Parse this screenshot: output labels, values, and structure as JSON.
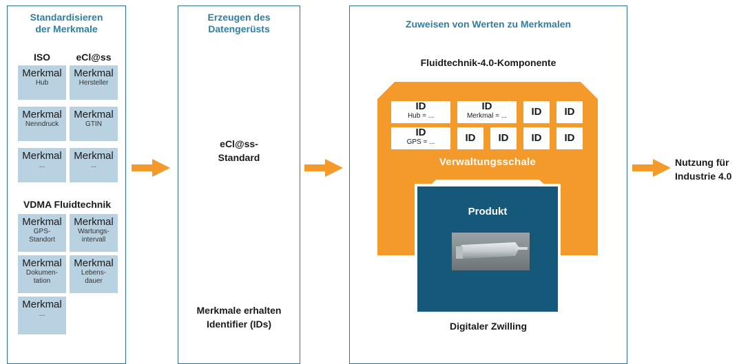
{
  "panel1": {
    "title_line1": "Standardisieren",
    "title_line2": "der Merkmale",
    "iso_label": "ISO",
    "eclass_label": "eCl@ss",
    "vdma_label": "VDMA Fluidtechnik",
    "iso_items": [
      {
        "label": "Merkmal",
        "sub": "Hub"
      },
      {
        "label": "Merkmal",
        "sub": "Nenndruck"
      },
      {
        "label": "Merkmal",
        "sub": "..."
      }
    ],
    "eclass_items": [
      {
        "label": "Merkmal",
        "sub": "Hersteller"
      },
      {
        "label": "Merkmal",
        "sub": "GTIN"
      },
      {
        "label": "Merkmal",
        "sub": "..."
      }
    ],
    "vdma_items": [
      {
        "label": "Merkmal",
        "sub1": "GPS-",
        "sub2": "Standort"
      },
      {
        "label": "Merkmal",
        "sub1": "Wartungs-",
        "sub2": "intervall"
      },
      {
        "label": "Merkmal",
        "sub1": "Dokumen-",
        "sub2": "tation"
      },
      {
        "label": "Merkmal",
        "sub1": "Lebens-",
        "sub2": "dauer"
      },
      {
        "label": "Merkmal",
        "sub1": "...",
        "sub2": ""
      }
    ]
  },
  "panel2": {
    "title_line1": "Erzeugen des",
    "title_line2": "Datengerüsts",
    "standard_line1": "eCl@ss-",
    "standard_line2": "Standard",
    "ids_line1": "Merkmale erhalten",
    "ids_line2": "Identifier (IDs)"
  },
  "panel3": {
    "title": "Zuweisen von Werten zu Merkmalen",
    "component_label": "Fluidtechnik-4.0-Komponente",
    "shell_label": "Verwaltungsschale",
    "product_label": "Produkt",
    "twin_label": "Digitaler Zwilling",
    "id_label": "ID",
    "id_subs": [
      "Hub = ...",
      "Merkmal = ...",
      "GPS = ..."
    ]
  },
  "output": {
    "line1": "Nutzung für",
    "line2": "Industrie 4.0"
  },
  "colors": {
    "orange": "#f39a2b",
    "panel_border": "#2e6e8e",
    "title_blue": "#2e7fa0",
    "merkmal_box": "#b8d2e2",
    "product_blue": "#16587a"
  }
}
